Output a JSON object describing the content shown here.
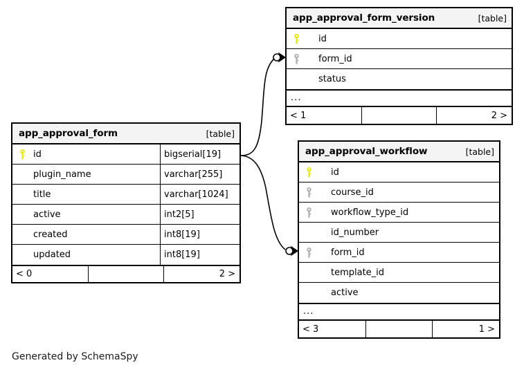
{
  "diagram": {
    "caption": "Generated by SchemaSpy",
    "kind_label": "[table]",
    "ellipsis": "...",
    "colors": {
      "primary_key": "#e8e80c",
      "foreign_key": "#b0b0b0",
      "border": "#000000",
      "header_bg": "#f4f4f4",
      "background": "#ffffff"
    }
  },
  "tables": [
    {
      "id": "app_approval_form",
      "name": "app_approval_form",
      "kind": "[table]",
      "has_type_column": true,
      "has_ellipsis": false,
      "columns": [
        {
          "name": "id",
          "type": "bigserial[19]",
          "key": "primary"
        },
        {
          "name": "plugin_name",
          "type": "varchar[255]",
          "key": "none"
        },
        {
          "name": "title",
          "type": "varchar[1024]",
          "key": "none"
        },
        {
          "name": "active",
          "type": "int2[5]",
          "key": "none"
        },
        {
          "name": "created",
          "type": "int8[19]",
          "key": "none"
        },
        {
          "name": "updated",
          "type": "int8[19]",
          "key": "none"
        }
      ],
      "footer": {
        "left": "< 0",
        "middle": "",
        "right": "2 >"
      }
    },
    {
      "id": "app_approval_form_version",
      "name": "app_approval_form_version",
      "kind": "[table]",
      "has_type_column": false,
      "has_ellipsis": true,
      "columns": [
        {
          "name": "id",
          "type": "",
          "key": "primary"
        },
        {
          "name": "form_id",
          "type": "",
          "key": "foreign"
        },
        {
          "name": "status",
          "type": "",
          "key": "none"
        }
      ],
      "footer": {
        "left": "< 1",
        "middle": "",
        "right": "2 >"
      }
    },
    {
      "id": "app_approval_workflow",
      "name": "app_approval_workflow",
      "kind": "[table]",
      "has_type_column": false,
      "has_ellipsis": true,
      "columns": [
        {
          "name": "id",
          "type": "",
          "key": "primary"
        },
        {
          "name": "course_id",
          "type": "",
          "key": "foreign"
        },
        {
          "name": "workflow_type_id",
          "type": "",
          "key": "foreign"
        },
        {
          "name": "id_number",
          "type": "",
          "key": "none"
        },
        {
          "name": "form_id",
          "type": "",
          "key": "foreign"
        },
        {
          "name": "template_id",
          "type": "",
          "key": "none"
        },
        {
          "name": "active",
          "type": "",
          "key": "none"
        }
      ],
      "footer": {
        "left": "< 3",
        "middle": "",
        "right": "1 >"
      }
    }
  ],
  "relationships": [
    {
      "from": "app_approval_form.id",
      "to": "app_approval_form_version.form_id"
    },
    {
      "from": "app_approval_form.id",
      "to": "app_approval_workflow.form_id"
    }
  ]
}
